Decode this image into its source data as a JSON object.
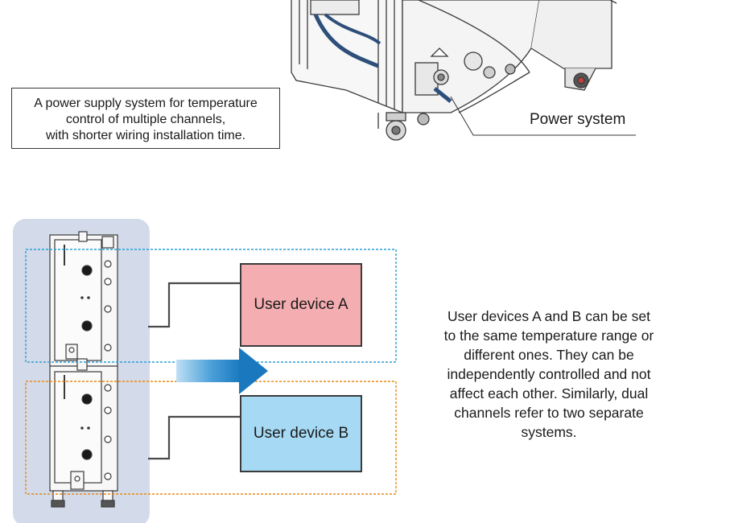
{
  "caption": {
    "lines": [
      "A power supply system for temperature",
      "control of multiple channels,",
      "with shorter wiring installation time."
    ]
  },
  "power_system_label": "Power system",
  "devices": {
    "a": {
      "label": "User device A",
      "fill": "#f4adb1"
    },
    "b": {
      "label": "User device B",
      "fill": "#a6daf4"
    }
  },
  "description": {
    "lines": [
      "User devices A and B can be set",
      "to the same temperature range or",
      "different ones. They can be",
      "independently controlled and not",
      "affect each other. Similarly, dual",
      "channels refer to two separate",
      "systems."
    ]
  },
  "colors": {
    "panel": "#d3daea",
    "channel_a_outline": "#2a9fd6",
    "channel_b_outline": "#e88a14",
    "arrow": "#1a78bf",
    "line": "#4a4a4a"
  },
  "icons": [
    "machine-illustration",
    "power-unit-rack",
    "right-arrow-icon"
  ]
}
